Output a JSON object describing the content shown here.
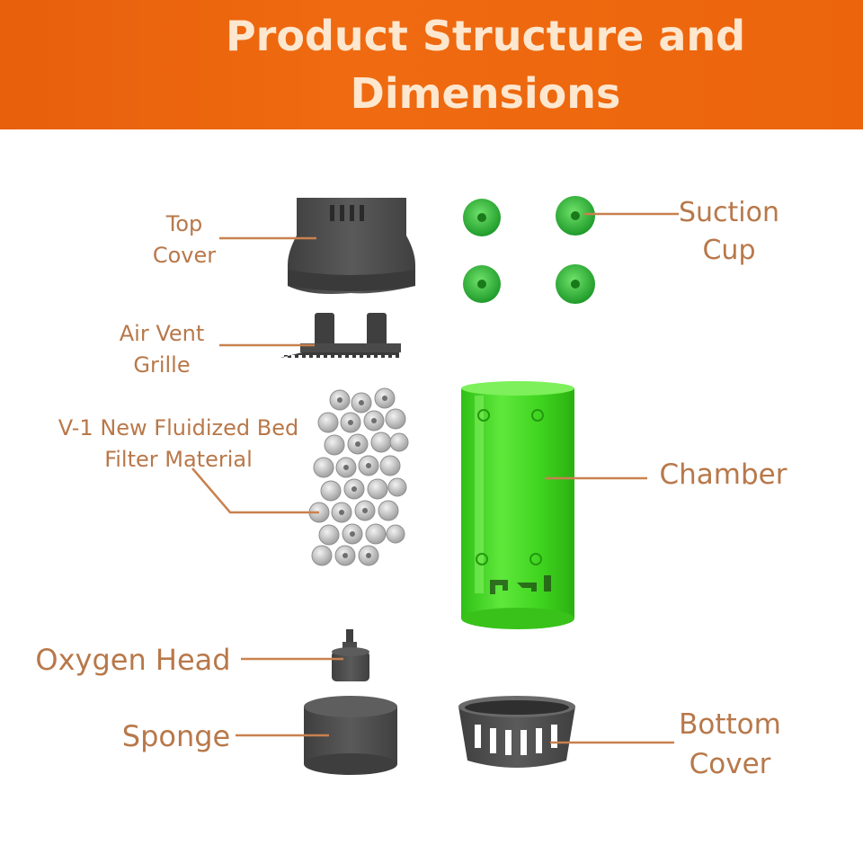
{
  "title_line1": "Product Structure and",
  "title_line2": "Dimensions",
  "labels": {
    "top_cover": [
      "Top",
      "Cover"
    ],
    "air_vent": [
      "Air Vent",
      "Grille"
    ],
    "filter_material": [
      "V-1 New Fluidized Bed",
      "Filter Material"
    ],
    "oxygen_head": "Oxygen Head",
    "sponge": "Sponge",
    "suction_cup": [
      "Suction",
      "Cup"
    ],
    "chamber": "Chamber",
    "bottom_cover": [
      "Bottom",
      "Cover"
    ]
  },
  "colors": {
    "banner": "#ea6410",
    "title_text": "#fde7cf",
    "label_text": "#b8784a",
    "leader_line": "#c9814f",
    "part_dark": "#4a4a4a",
    "green": "#3ccc1f",
    "ceramic": "#c8c8c8"
  }
}
